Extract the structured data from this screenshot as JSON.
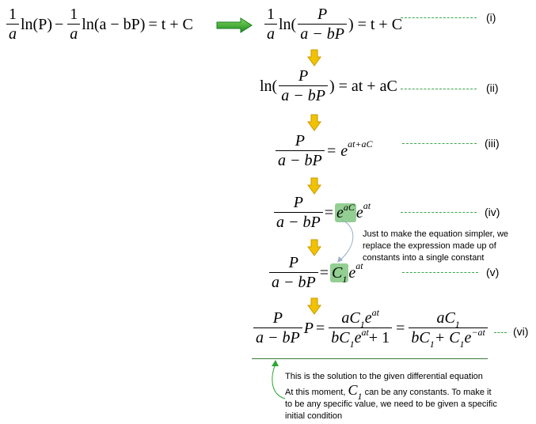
{
  "equations": {
    "start": {
      "one": "1",
      "a": "a",
      "ln_p": "ln(P)",
      "minus": "−",
      "ln_abp": "ln(a − bP)",
      "rhs": "= t + C"
    },
    "eq_i": {
      "one": "1",
      "a": "a",
      "ln": "ln(",
      "num": "P",
      "den": "a − bP",
      "rhs": ") = t + C",
      "label": "(i)"
    },
    "eq_ii": {
      "ln": "ln(",
      "num": "P",
      "den": "a − bP",
      "rhs": ") = at + aC",
      "label": "(ii)"
    },
    "eq_iii": {
      "num": "P",
      "den": "a − bP",
      "eq": "= e",
      "exp": "at+aC",
      "label": "(iii)"
    },
    "eq_iv": {
      "num": "P",
      "den": "a − bP",
      "eq": "=",
      "e1": "e",
      "exp1": "aC",
      "e2": "e",
      "exp2": "at",
      "label": "(iv)"
    },
    "eq_v": {
      "num": "P",
      "den": "a − bP",
      "eq": "=",
      "c": "C",
      "c_sub": "1",
      "e": "e",
      "exp": "at",
      "label": "(v)"
    },
    "eq_vi": {
      "num": "P",
      "den": "a − bP",
      "p": "P",
      "eq": "=",
      "f2_num_a": "aC",
      "f2_num_sub": "1",
      "f2_num_e": "e",
      "f2_num_exp": "at",
      "f2_den_b": "bC",
      "f2_den_sub": "1",
      "f2_den_e": "e",
      "f2_den_exp": "at",
      "f2_den_plus": "+ 1",
      "eq2": "=",
      "f3_num": "aC",
      "f3_num_sub": "1",
      "f3_den_b": "bC",
      "f3_den_sub": "1",
      "f3_den_plus": "+ C",
      "f3_den_sub2": "1",
      "f3_den_e": "e",
      "f3_den_exp": "−at",
      "label": "(vi)"
    }
  },
  "notes": {
    "constant": "Just to make the equation simpler, we replace the expression made up of constants into a single constant",
    "solution_line1": "This is the solution to the given differential equation",
    "solution_line2_pre": "At this moment,",
    "solution_c": "C",
    "solution_c_sub": "1",
    "solution_line2_post": "can be any constants. To make it",
    "solution_line3": "to be any specific value, we need to be given a specific",
    "solution_line4": "initial condition"
  },
  "colors": {
    "green_arrow": "#2fa534",
    "yellow_arrow": "#f2c200",
    "highlight": "#93cf93",
    "dash": "#3aa64a"
  }
}
